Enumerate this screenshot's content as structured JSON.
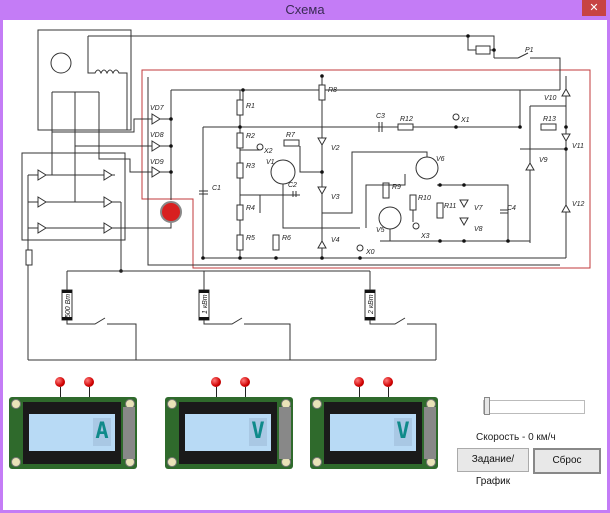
{
  "window": {
    "title": "Схема",
    "close_icon": "close-icon"
  },
  "schema": {
    "labels": {
      "P1": "P1",
      "VD7": "VD7",
      "VD8": "VD8",
      "VD9": "VD9",
      "R1": "R1",
      "R2": "R2",
      "R3": "R3",
      "R4": "R4",
      "R5": "R5",
      "R6": "R6",
      "R7": "R7",
      "R8": "R8",
      "R9": "R9",
      "R10": "R10",
      "R11": "R11",
      "R12": "R12",
      "R13": "R13",
      "C1": "C1",
      "C2": "C2",
      "C3": "C3",
      "C4": "C4",
      "V1": "V1",
      "V2": "V2",
      "V3": "V3",
      "V4": "V4",
      "V5": "V5",
      "V6": "V6",
      "V7": "V7",
      "V8": "V8",
      "V9": "V9",
      "V10": "V10",
      "V11": "V11",
      "V12": "V12",
      "X0": "X0",
      "X1": "X1",
      "X2": "X2",
      "X3": "X3"
    },
    "loads": [
      "500 Вт",
      "1 кВт",
      "2 кВт"
    ]
  },
  "displays": [
    {
      "char": "A"
    },
    {
      "char": "V"
    },
    {
      "char": "V"
    }
  ],
  "controls": {
    "speed_label": "Скорость - 0 км/ч",
    "speed_value": 0,
    "task_button": "Задание/График",
    "reset_button": "Сброс"
  },
  "colors": {
    "titlebar": "#c47cf6",
    "highlight_box": "#c0393b",
    "led": "#d00000"
  }
}
